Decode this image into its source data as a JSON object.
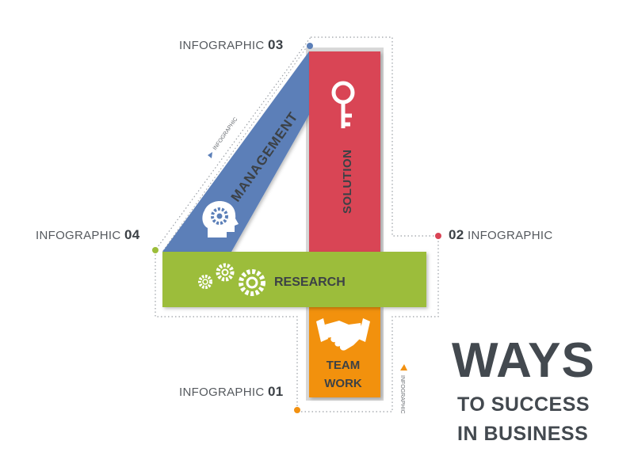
{
  "labels": {
    "i03": {
      "text": "INFOGRAPHIC",
      "num": "03"
    },
    "i04": {
      "text": "INFOGRAPHIC",
      "num": "04"
    },
    "i02": {
      "text": "INFOGRAPHIC",
      "num": "02"
    },
    "i01": {
      "text": "INFOGRAPHIC",
      "num": "01"
    },
    "small_left": "INFOGRAPHIC",
    "small_right": "INFOGRAPHIC"
  },
  "segments": {
    "management": "MANAGEMENT",
    "solution": "SOLUTION",
    "research": "RESEARCH",
    "teamwork_line1": "TEAM",
    "teamwork_line2": "WORK"
  },
  "title": {
    "line1": "WAYS",
    "line2": "TO SUCCESS",
    "line3": "IN BUSINESS"
  },
  "colors": {
    "blue": "#5b7fb8",
    "red": "#d94455",
    "green": "#9cbd3a",
    "orange": "#f29111",
    "dot_blue": "#5b7fb8",
    "dot_red": "#d94455",
    "dot_green": "#9cbd3a",
    "dot_orange": "#f29111"
  },
  "icons": [
    "key-icon",
    "head-gear-icon",
    "gears-icon",
    "handshake-icon"
  ]
}
